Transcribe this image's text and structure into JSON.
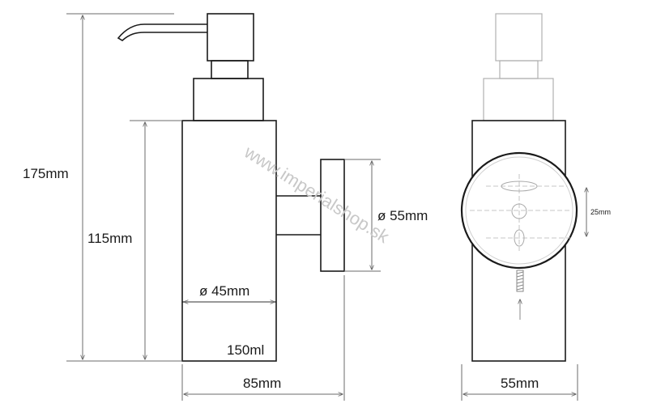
{
  "dimensions": {
    "total_height": "175mm",
    "body_height": "115mm",
    "body_diameter": "ø 45mm",
    "plate_diameter": "ø 55mm",
    "capacity": "150ml",
    "depth": "85mm",
    "plate_width": "55mm",
    "hole_spacing": "25mm"
  },
  "watermark": "www.imperialshop.sk",
  "colors": {
    "line": "#1a1a1a",
    "dim_line": "#6b6b6b",
    "watermark": "#c8c8c8"
  }
}
